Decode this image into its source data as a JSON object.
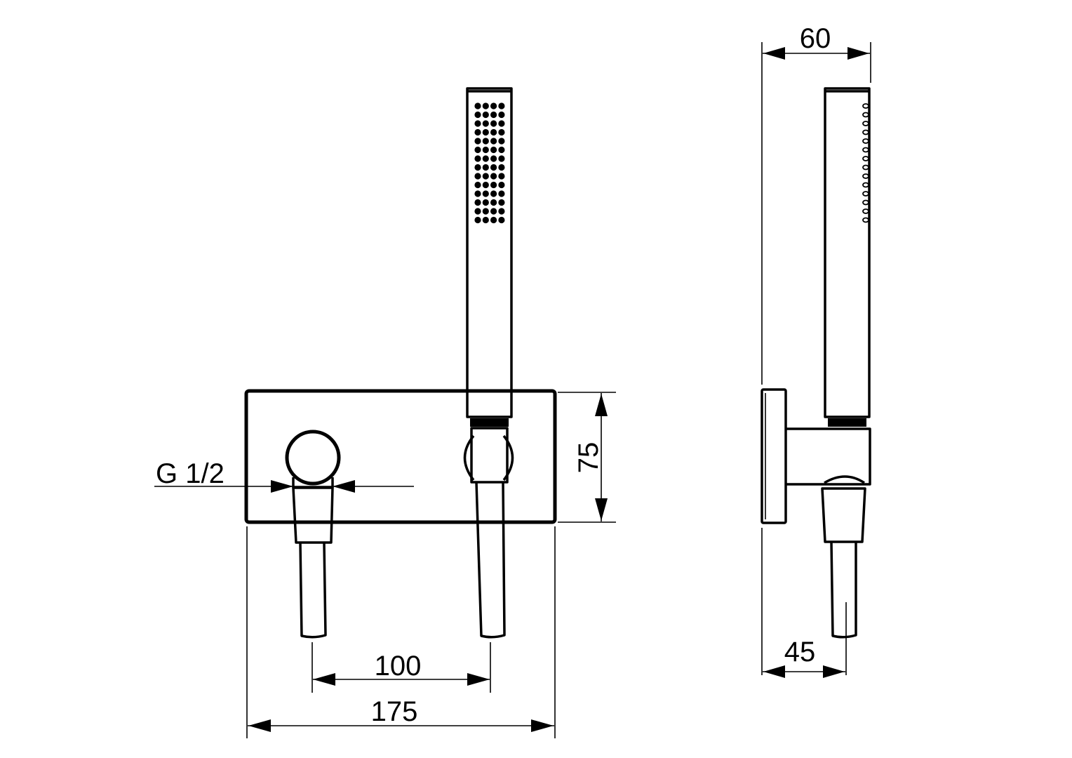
{
  "dimensions": {
    "width_total": "175",
    "outlet_spacing": "100",
    "height_plate": "75",
    "thread": "G 1/2",
    "side_depth_top": "60",
    "side_depth_bottom": "45"
  },
  "spray_pattern": {
    "columns": 4,
    "rows": 14
  },
  "colors": {
    "line": "#000000",
    "background": "#ffffff"
  }
}
